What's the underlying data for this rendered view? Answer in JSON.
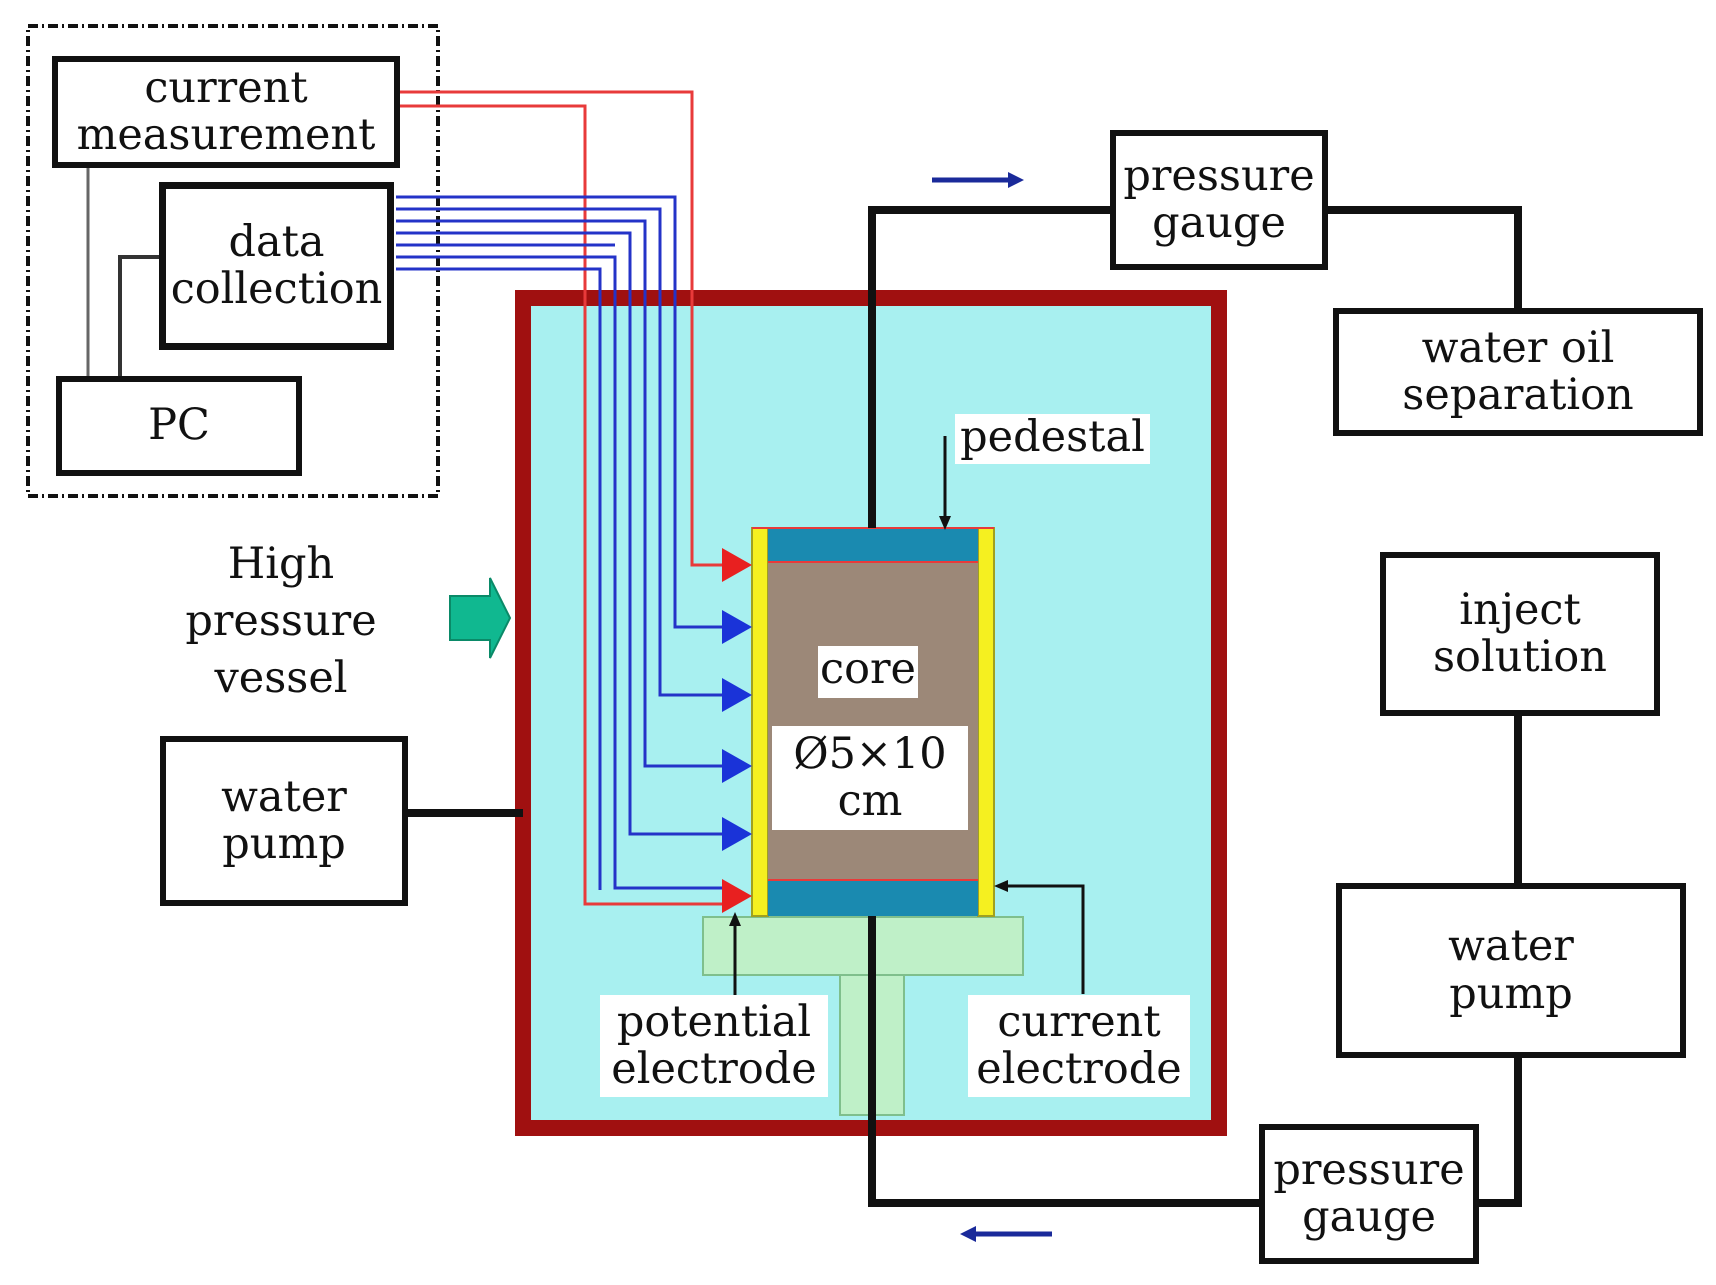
{
  "labels": {
    "current_measurement": [
      "current",
      "measurement"
    ],
    "data_collection": [
      "data",
      "collection"
    ],
    "pc": "PC",
    "high_pressure_vessel": [
      "High",
      "pressure",
      "vessel"
    ],
    "water_pump_left": [
      "water",
      "pump"
    ],
    "pressure_gauge_top": [
      "pressure",
      "gauge"
    ],
    "water_oil_separation": [
      "water oil",
      "separation"
    ],
    "pedestal": "pedestal",
    "inject_solution": [
      "inject",
      "solution"
    ],
    "core": "core",
    "core_size": [
      "Ø5×10",
      "cm"
    ],
    "water_pump_right": [
      "water",
      "pump"
    ],
    "potential_electrode": [
      "potential",
      "electrode"
    ],
    "current_electrode": [
      "current",
      "electrode"
    ],
    "pressure_gauge_bottom": [
      "pressure",
      "gauge"
    ]
  },
  "colors": {
    "vessel_border": "#a01010",
    "vessel_fill": "#a8f0f0",
    "core_fill": "#9c8878",
    "cap_blue": "#1a8ab0",
    "side_yellow": "#f5f020",
    "pedestal_green": "#bff0c8",
    "wire_red": "#e83a3a",
    "wire_blue": "#2433c8",
    "pipe_black": "#111111",
    "arrow_teal": "#10b890",
    "flow_arrow_blue": "#1a2a9a"
  }
}
